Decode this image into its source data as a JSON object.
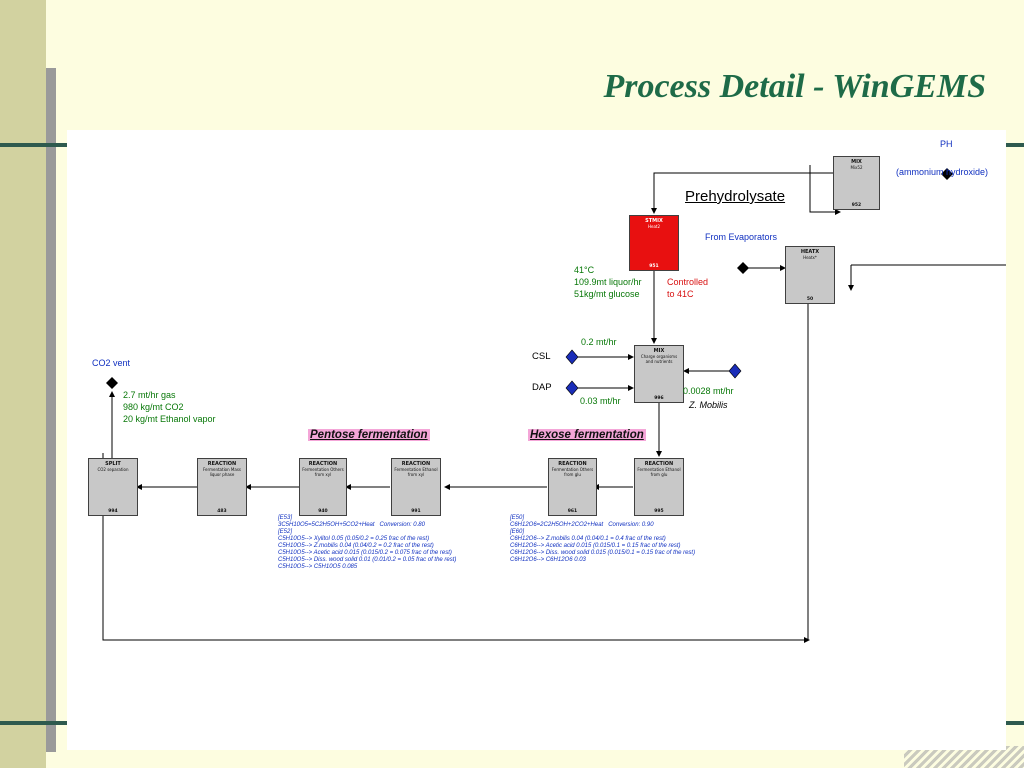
{
  "slide": {
    "title": "Process Detail - WinGEMS"
  },
  "blocks": {
    "mix952": {
      "type": "MIX",
      "name": "Mix52",
      "id": "952"
    },
    "heatx": {
      "type": "HEATX",
      "name": "Heatx*",
      "id": "50"
    },
    "stmix": {
      "type": "STMIX",
      "name": "Heat2",
      "id": "951"
    },
    "mix996": {
      "type": "MIX",
      "name": "Charge organisms and nutrients",
      "id": "996"
    },
    "r995": {
      "type": "REACTION",
      "name": "Fermentation Ethanol from glu",
      "id": "995"
    },
    "r961": {
      "type": "REACTION",
      "name": "Fermentation Others from glu",
      "id": "961"
    },
    "r991": {
      "type": "REACTION",
      "name": "Fermentation Ethanol from xyl",
      "id": "991"
    },
    "r940": {
      "type": "REACTION",
      "name": "Fermentation Others from xyl",
      "id": "940"
    },
    "r483": {
      "type": "REACTION",
      "name": "Fermentation Mass liquor phase",
      "id": "483"
    },
    "split": {
      "type": "SPLIT",
      "name": "CO2 separation",
      "id": "994"
    }
  },
  "labels": {
    "ph": "PH",
    "ammonium": "(ammonium hydroxide)",
    "prehydrolysate": "Prehydrolysate",
    "from_evaporators": "From Evaporators",
    "feed_lines": [
      "41°C",
      "109.9mt liquor/hr",
      "51kg/mt glucose"
    ],
    "controlled_lines": [
      "Controlled",
      "to 41C"
    ],
    "csl": "CSL",
    "dap": "DAP",
    "csl_rate": "0.2 mt/hr",
    "dap_rate": "0.03 mt/hr",
    "zm_rate": "0.0028 mt/hr",
    "zm_name": "Z. Mobilis",
    "co2_vent": "CO2 vent",
    "vent_lines": [
      "2.7 mt/hr gas",
      "980 kg/mt CO2",
      "20 kg/mt Ethanol vapor"
    ],
    "pentose": "Pentose fermentation",
    "hexose": "Hexose fermentation"
  },
  "equations": {
    "pentose": "[E53]\n3C5H10O5=5C2H5OH+5CO2+Heat   Conversion: 0.80\n[E52]\nC5H10O5--> Xylitol 0.05 (0.05/0.2 = 0.25 frac of the rest)\nC5H10O5--> Z.mobilis 0.04 (0.04/0.2 = 0.2 frac of the rest)\nC5H10O5--> Acetic acid 0.015 (0.015/0.2 = 0.075 frac of the rest)\nC5H10O5--> Diss. wood solid 0.01 (0.01/0.2 = 0.05 frac of the rest)\nC5H10O5--> C5H10O5 0.085",
    "hexose": "[E50]\nC6H12O6=2C2H5OH+2CO2+Heat   Conversion: 0.90\n[E60]\nC6H12O6--> Z.mobilis 0.04 (0.04/0.1 = 0.4 frac of the rest)\nC6H12O6--> Acetic acid 0.015 (0.015/0.1 = 0.15 frac of the rest)\nC6H12O6--> Diss. wood solid 0.015 (0.015/0.1 = 0.15 frac of the rest)\nC6H12O6--> C6H12O6 0.03"
  },
  "colors": {
    "accent": "#1e6b48",
    "red_block": "#e81010",
    "stream_label": "#087808",
    "equation": "#1030c0"
  }
}
